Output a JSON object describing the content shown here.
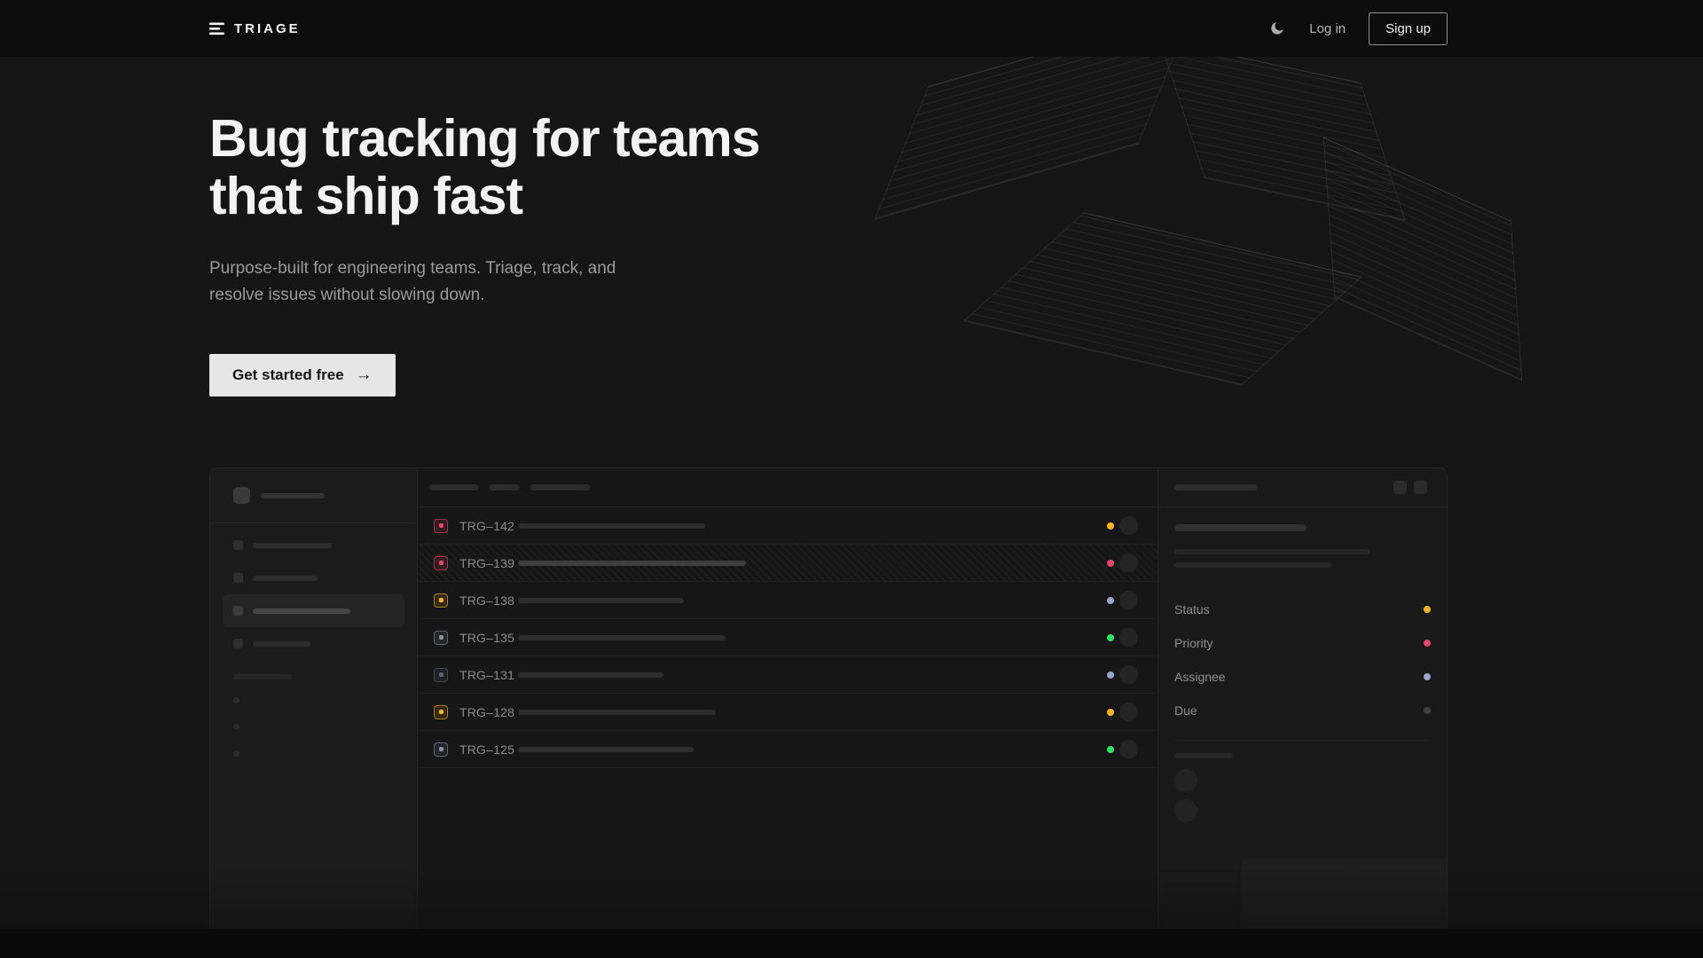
{
  "nav": {
    "brand": "TRIAGE",
    "login_label": "Log in",
    "signup_label": "Sign up"
  },
  "hero": {
    "title_line1": "Bug tracking for teams",
    "title_line2": "that ship fast",
    "subtitle_line1": "Purpose-built for engineering teams. Triage, track, and",
    "subtitle_line2": "resolve issues without slowing down.",
    "cta_label": "Get started free",
    "cta_arrow": "→"
  },
  "app_preview": {
    "sidebar": {
      "nav_items": [
        {
          "width": 89,
          "selected": false
        },
        {
          "width": 73,
          "selected": false
        },
        {
          "width": 110,
          "selected": true
        },
        {
          "width": 65,
          "selected": false
        }
      ],
      "footer_dots": 3
    },
    "toolbar_pills": [
      55,
      33,
      67
    ],
    "issues": [
      {
        "id": "TRG–142",
        "type_color": "#e8446e",
        "status_color": "#ffb224",
        "title_width": 211,
        "selected": false
      },
      {
        "id": "TRG–139",
        "type_color": "#e8446e",
        "status_color": "#e8446e",
        "title_width": 257,
        "selected": true
      },
      {
        "id": "TRG–138",
        "type_color": "#ffb224",
        "status_color": "#9aa6c9",
        "title_width": 187,
        "selected": false
      },
      {
        "id": "TRG–135",
        "type_color": "#8f919c",
        "status_color": "#30e06a",
        "title_width": 234,
        "selected": false
      },
      {
        "id": "TRG–131",
        "type_color": "#5e6069",
        "status_color": "#9aa6c9",
        "title_width": 164,
        "selected": false
      },
      {
        "id": "TRG–128",
        "type_color": "#ffb224",
        "status_color": "#ffb224",
        "title_width": 223,
        "selected": false
      },
      {
        "id": "TRG–125",
        "type_color": "#8f919c",
        "status_color": "#30e06a",
        "title_width": 198,
        "selected": false
      }
    ],
    "detail_panel": {
      "title_width": 149,
      "line_widths": [
        220,
        178
      ],
      "properties": [
        {
          "label": "Status",
          "color": "#ffb224"
        },
        {
          "label": "Priority",
          "color": "#e8446e"
        },
        {
          "label": "Assignee",
          "color": "#9aa6c9"
        },
        {
          "label": "Due",
          "color": "#414141"
        }
      ],
      "footer_line_width": 66,
      "comment_avatars": 2
    }
  }
}
